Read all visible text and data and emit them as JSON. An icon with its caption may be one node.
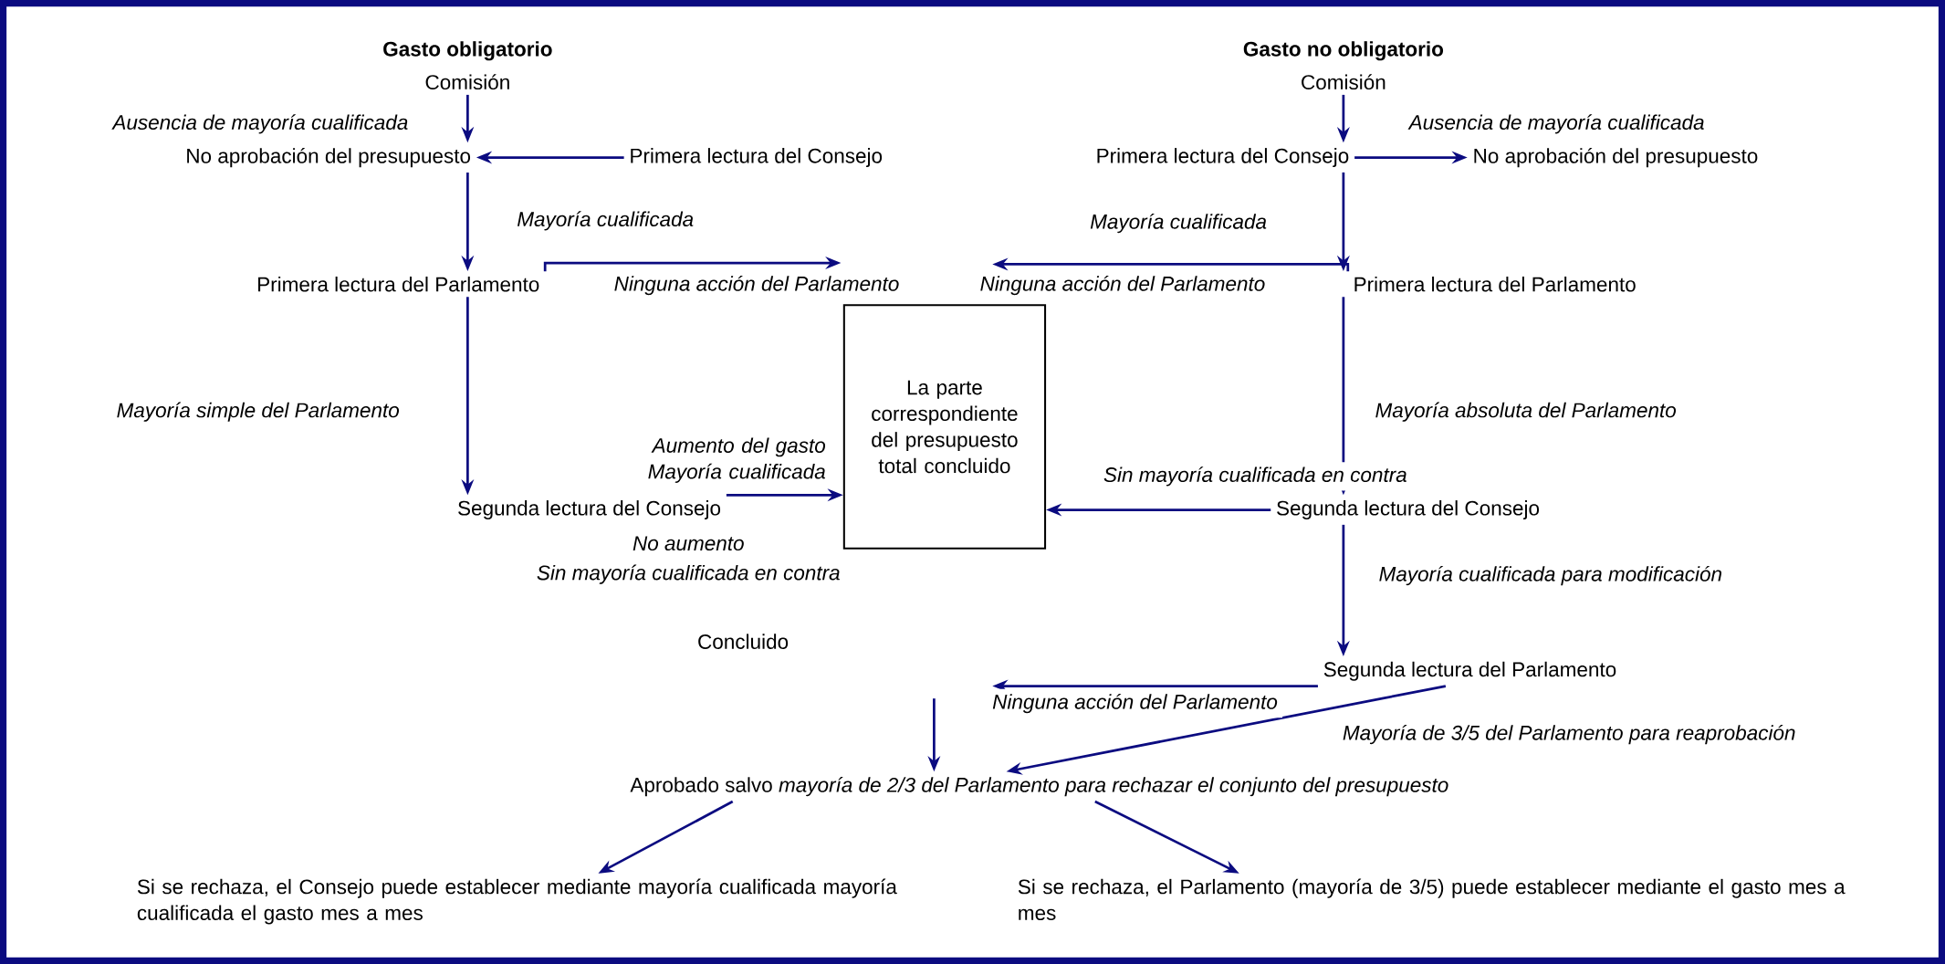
{
  "diagram": {
    "nodes": [
      {
        "text": [
          "Comisión"
        ]
      },
      {
        "text": [
          "No aprobación del presupuesto"
        ]
      },
      {
        "text": [
          "Primera lectura del Consejo"
        ]
      },
      {
        "text": [
          "Primera lectura del Parlamento"
        ]
      },
      {
        "text": [
          "Segunda lectura del Consejo"
        ]
      },
      {
        "text": [
          "Concluido"
        ]
      },
      {
        "text": [
          "Comisión"
        ]
      },
      {
        "text": [
          "Primera lectura del Consejo"
        ]
      },
      {
        "text": [
          "No aprobación del presupuesto"
        ]
      },
      {
        "text": [
          "Primera lectura del Parlamento"
        ]
      },
      {
        "text": [
          "La parte correspondiente del presupuesto total concluido"
        ]
      },
      {
        "text": [
          "Segunda lectura del Consejo"
        ]
      },
      {
        "text": [
          "Segunda lectura del Parlamento"
        ]
      },
      {
        "text": [
          "Aprobado salvo *mayoría de 2/3 del Parlamento para rechazar el conjunto del presupuesto*"
        ]
      },
      {
        "text": [
          "Si se rechaza, el Consejo puede establecer mediante mayoría cualificada mayoría cualificada el gasto mes a mes"
        ]
      },
      {
        "text": [
          "Si se rechaza, el Parlamento (mayoría de 3/5) puede establecer mediante el gasto mes a mes"
        ]
      }
    ],
    "edges": [
      {
        "from": 0,
        "to": 1,
        "arrow": "to"
      },
      {
        "from": 2,
        "to": 1,
        "arrow": "to",
        "label": "Ausencia de mayoría cualificada"
      },
      {
        "from": 1,
        "to": 3,
        "arrow": "to",
        "label": "Mayoría cualificada"
      },
      {
        "from": 3,
        "to": null,
        "arrow": "to",
        "label": "Ninguna acción del Parlamento"
      },
      {
        "from": 3,
        "to": 4,
        "arrow": "to",
        "label": "Mayoría simple del Parlamento"
      },
      {
        "from": 4,
        "to": 10,
        "arrow": "to",
        "label": "Aumento del gasto Mayoría cualificada"
      },
      {
        "from": 6,
        "to": 7,
        "arrow": "to"
      },
      {
        "from": 7,
        "to": 8,
        "arrow": "to",
        "label": "Ausencia de mayoría cualificada"
      },
      {
        "from": 7,
        "to": 9,
        "arrow": "to",
        "label": "Mayoría cualificada"
      },
      {
        "from": 9,
        "to": null,
        "arrow": "to",
        "label": "Ninguna acción del Parlamento"
      },
      {
        "from": 9,
        "to": 11,
        "arrow": "to",
        "label": "Mayoría absoluta del Parlamento"
      },
      {
        "from": 11,
        "to": 10,
        "arrow": "to",
        "label": "Sin mayoría cualificada en contra"
      },
      {
        "from": 11,
        "to": 12,
        "arrow": "to",
        "label": "Mayoría cualificada para modificación"
      },
      {
        "from": 12,
        "to": null,
        "arrow": "to",
        "label": "Ninguna acción del Parlamento"
      },
      {
        "from": null,
        "to": 13,
        "arrow": "to"
      },
      {
        "from": 12,
        "to": 13,
        "arrow": "to"
      },
      {
        "from": 13,
        "to": 14,
        "arrow": "to"
      },
      {
        "from": 13,
        "to": 15,
        "arrow": "to"
      }
    ],
    "labels": [
      "Gasto obligatorio",
      "Gasto no obligatorio",
      "No aumento",
      "Sin mayoría cualificada en contra",
      "Mayoría de 3/5 del Parlamento para reaprobación"
    ]
  }
}
